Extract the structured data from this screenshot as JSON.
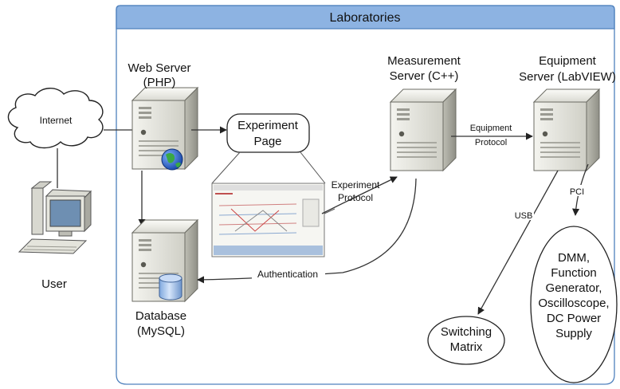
{
  "panel": {
    "title": "Laboratories"
  },
  "nodes": {
    "internet": "Internet",
    "user": "User",
    "web_server": [
      "Web Server",
      "(PHP)"
    ],
    "database": [
      "Database",
      "(MySQL)"
    ],
    "experiment_page": [
      "Experiment",
      "Page"
    ],
    "measurement_server": [
      "Measurement",
      "Server (C++)"
    ],
    "equipment_server": [
      "Equipment",
      "Server (LabVIEW)"
    ],
    "switching_matrix": [
      "Switching",
      "Matrix"
    ],
    "instruments": [
      "DMM,",
      "Function",
      "Generator,",
      "Oscilloscope,",
      "DC Power",
      "Supply"
    ]
  },
  "edges": {
    "experiment_protocol": [
      "Experiment",
      "Protocol"
    ],
    "equipment_protocol": [
      "Equipment",
      "Protocol"
    ],
    "authentication": "Authentication",
    "usb": "USB",
    "pci": "PCI"
  },
  "colors": {
    "panel_header": "#8db3e2",
    "panel_border": "#4f81bd",
    "server_body": "#e3e3dc",
    "globe": "#2f6fd0",
    "db_cylinder": "#a9c6ee"
  }
}
